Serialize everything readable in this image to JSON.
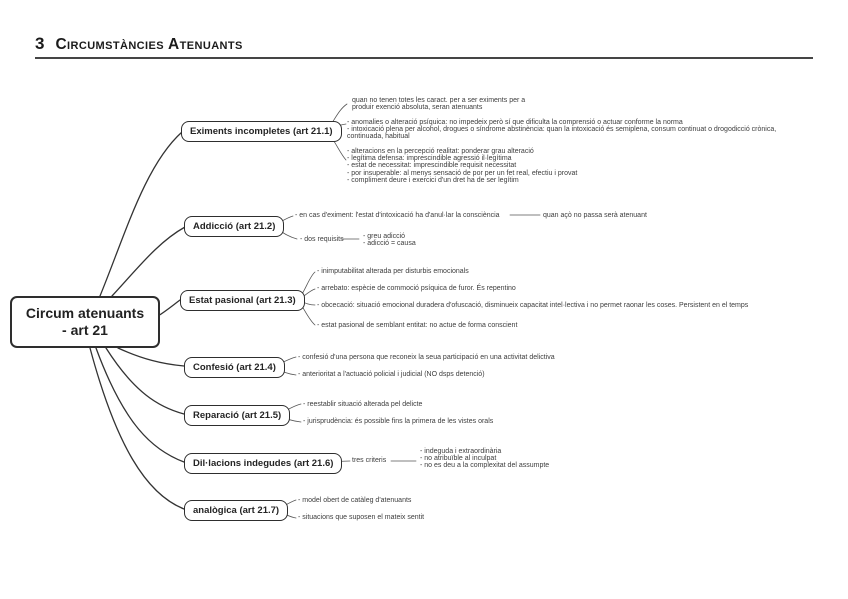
{
  "header": {
    "number": "3",
    "title": "Circumstàncies Atenuants"
  },
  "root": {
    "line1": "Circum atenuants",
    "line2": "- art 21"
  },
  "branches": [
    {
      "label": "Eximents incompletes (art 21.1)",
      "intro": "quan no tenen totes les caract. per a ser eximents per a\nproduir exenció absoluta, seran atenuants",
      "group1": "- anomalies o alteració psíquica: no impedeix però sí que dificulta la comprensió o actuar conforme la norma\n- intoxicació plena per alcohol, drogues o síndrome abstinència: quan la intoxicació és semiplena, consum continuat o drogodicció crònica,\ncontinuada, habitual",
      "group2": "- alteracions en la percepció realitat: ponderar grau alteració\n- legítima defensa: imprescindible agressió il·legítima\n- estat de necessitat: imprescindible requisit necessitat\n- por insuperable: al menys sensació de por per un fet real, efectiu i provat\n- compliment deure i exercici d'un dret ha de ser legítim"
    },
    {
      "label": "Addicció (art 21.2)",
      "item1": "- en cas d'eximent: l'estat d'intoxicació ha d'anul·lar la consciència",
      "item1_note": "quan açò no passa serà atenuant",
      "item2": "- dos requisits",
      "item2_sub": "- greu adicció\n- adicció = causa"
    },
    {
      "label": "Estat pasional (art 21.3)",
      "items": [
        "- inimputabilitat alterada per disturbis emocionals",
        "- arrebato: espècie de commoció psíquica de furor. És repentino",
        "- obcecació: situació emocional duradera d'ofuscació, disminueix capacitat intel·lectiva i no permet raonar les coses. Persistent en el temps",
        "- estat pasional de semblant entitat: no actue de forma conscient"
      ]
    },
    {
      "label": "Confesió (art 21.4)",
      "items": [
        "- confesió d'una persona que reconeix la seua participació en una activitat delictiva",
        "- anterioritat a l'actuació policial i judicial (NO dsps detenció)"
      ]
    },
    {
      "label": "Reparació (art 21.5)",
      "items": [
        "- reestablir situació alterada pel delicte",
        "- jurisprudència: és possible fins la primera de les vistes orals"
      ]
    },
    {
      "label": "Dil·lacions indegudes (art 21.6)",
      "criteria_label": "tres criteris",
      "criteria": "- indeguda i extraordinària\n- no atribuïble al inculpat\n- no es deu a la complexitat del assumpte"
    },
    {
      "label": "analògica (art 21.7)",
      "items": [
        "- model obert de catàleg d'atenuants",
        "- situacions que suposen el mateix sentit"
      ]
    }
  ]
}
